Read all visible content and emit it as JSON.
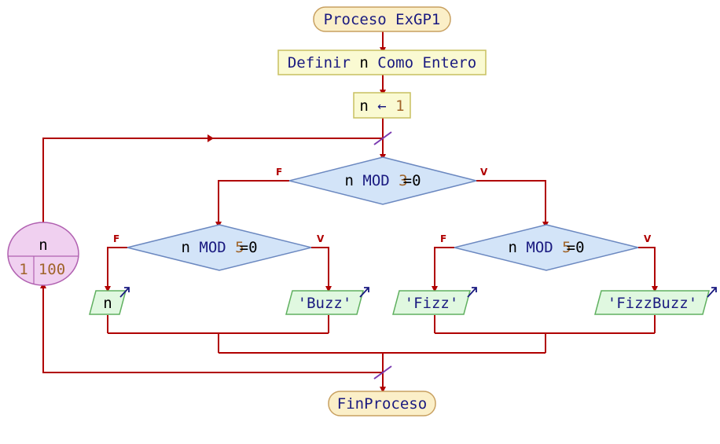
{
  "colors": {
    "line": "#b00000",
    "keyword": "#1a1a80",
    "number": "#a0642a",
    "string": "#1a1a80",
    "process_fill": "#fafad2",
    "process_stroke": "#c8c060",
    "terminal_fill": "#fbefc8",
    "terminal_stroke": "#c8a060",
    "decision_fill": "#d3e4f8",
    "decision_stroke": "#6b88c0",
    "output_fill": "#e0f8e0",
    "output_stroke": "#60b060",
    "loop_fill": "#f0d0f0",
    "loop_stroke": "#b060b0",
    "slash": "#7a3ab0"
  },
  "start": {
    "label": "Proceso ExGP1"
  },
  "define": {
    "keyword": "Definir",
    "var": "n",
    "keyword2": "Como",
    "type": "Entero"
  },
  "assign": {
    "var": "n",
    "arrow": "←",
    "value": "1"
  },
  "decision_main": {
    "var": "n",
    "op": "MOD",
    "num": "3",
    "rest": "=0",
    "false_label": "F",
    "true_label": "V"
  },
  "decision_left": {
    "var": "n",
    "op": "MOD",
    "num": "5",
    "rest": "=0",
    "false_label": "F",
    "true_label": "V"
  },
  "decision_right": {
    "var": "n",
    "op": "MOD",
    "num": "5",
    "rest": "=0",
    "false_label": "F",
    "true_label": "V"
  },
  "outputs": [
    {
      "id": "out-n",
      "text": "n"
    },
    {
      "id": "out-buzz",
      "text": "'Buzz'"
    },
    {
      "id": "out-fizz",
      "text": "'Fizz'"
    },
    {
      "id": "out-fizzbuzz",
      "text": "'FizzBuzz'"
    }
  ],
  "loop": {
    "var": "n",
    "from": "1",
    "to": "100"
  },
  "end": {
    "label": "FinProceso"
  }
}
